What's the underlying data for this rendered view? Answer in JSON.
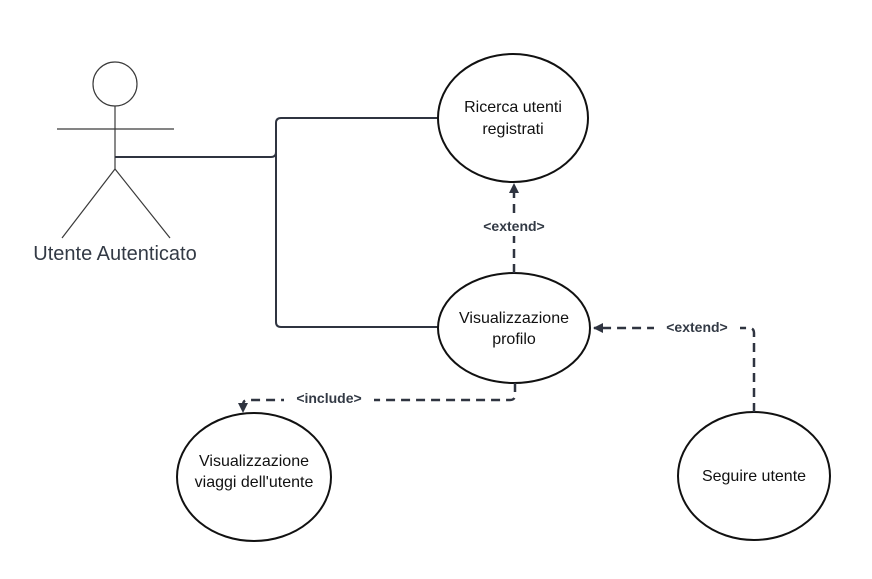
{
  "actor": {
    "label": "Utente Autenticato"
  },
  "use_cases": {
    "ricerca": {
      "line1": "Ricerca utenti",
      "line2": "registrati"
    },
    "visualizzazione_profilo": {
      "line1": "Visualizzazione",
      "line2": "profilo"
    },
    "visualizzazione_viaggi": {
      "line1": "Visualizzazione",
      "line2": "viaggi dell'utente"
    },
    "seguire": {
      "line1": "Seguire utente"
    }
  },
  "relationships": {
    "extend_profile_to_search": "<extend>",
    "extend_follow_to_profile": "<extend>",
    "include_profile_to_trips": "<include>"
  },
  "colors": {
    "line": "#2f3440",
    "actor_text": "#333a45",
    "text": "#111111",
    "background": "#ffffff"
  }
}
